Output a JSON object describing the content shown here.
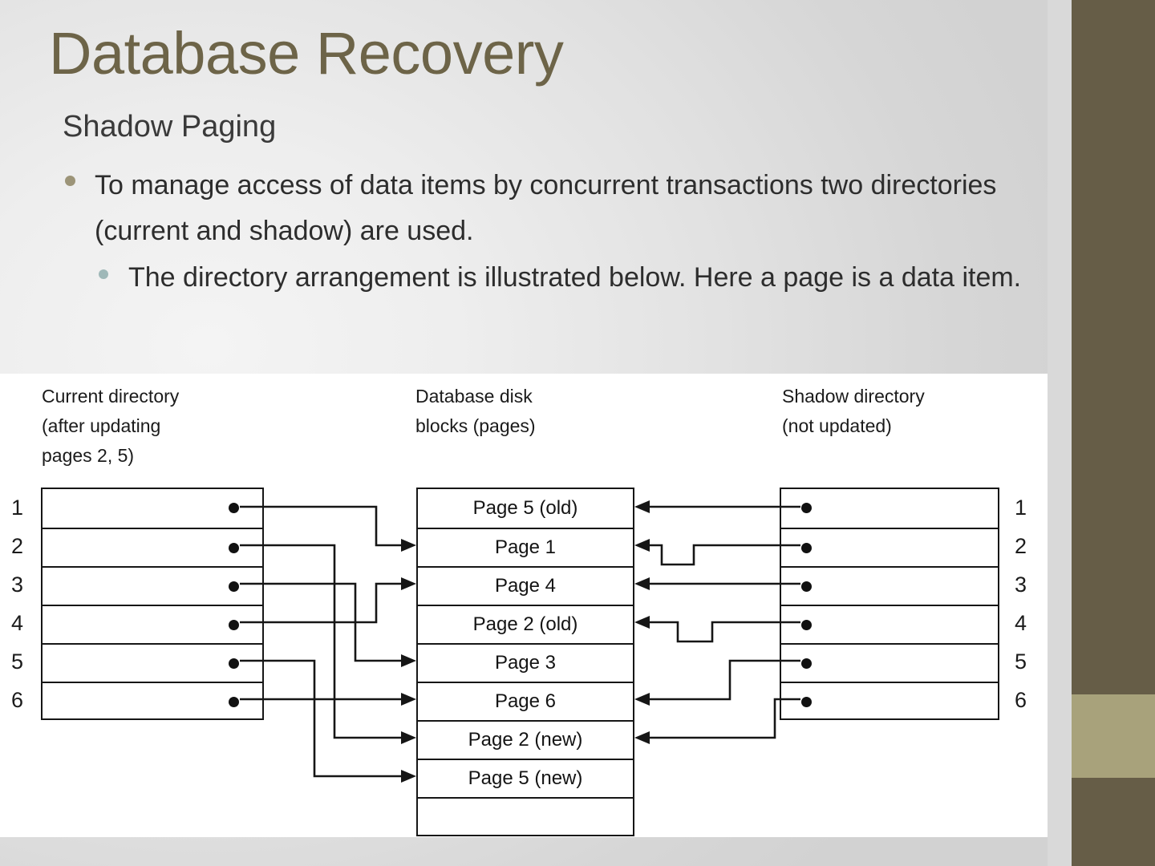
{
  "slide": {
    "title": "Database Recovery",
    "subtitle": "Shadow Paging",
    "bullets": [
      {
        "level": 1,
        "text": "To manage access of data items by concurrent transactions two directories (current and shadow) are used."
      },
      {
        "level": 2,
        "text": "The directory arrangement is illustrated below.  Here a page is a data item."
      }
    ]
  },
  "theme": {
    "title_color": "#6d6448",
    "body_color": "#2d2d2d",
    "sidebar_dark": "#665d47",
    "sidebar_light": "#a8a27b",
    "panel_bg": "#ffffff",
    "line_color": "#161616",
    "bullet1_marker": "#9c9478",
    "bullet2_marker": "#9fb8b8"
  },
  "diagram": {
    "labels": {
      "current_directory": "Current directory\n(after updating\npages 2, 5)",
      "disk_blocks": "Database disk\nblocks (pages)",
      "shadow_directory": "Shadow directory\n(not updated)"
    },
    "current_directory": {
      "title": "Current directory (after updating pages 2, 5)",
      "entries": [
        {
          "index": "1",
          "points_to": "Page 1"
        },
        {
          "index": "2",
          "points_to": "Page 2 (new)"
        },
        {
          "index": "3",
          "points_to": "Page 3"
        },
        {
          "index": "4",
          "points_to": "Page 4"
        },
        {
          "index": "5",
          "points_to": "Page 5 (new)"
        },
        {
          "index": "6",
          "points_to": "Page 6"
        }
      ]
    },
    "shadow_directory": {
      "title": "Shadow directory (not updated)",
      "entries": [
        {
          "index": "1",
          "points_to": "Page 1"
        },
        {
          "index": "2",
          "points_to": "Page 2 (old)"
        },
        {
          "index": "3",
          "points_to": "Page 3"
        },
        {
          "index": "4",
          "points_to": "Page 4"
        },
        {
          "index": "5",
          "points_to": "Page 5 (old)"
        },
        {
          "index": "6",
          "points_to": "Page 6"
        }
      ]
    },
    "disk_blocks": {
      "title": "Database disk blocks (pages)",
      "rows": [
        {
          "slot": 1,
          "label": "Page 5 (old)"
        },
        {
          "slot": 2,
          "label": "Page 1"
        },
        {
          "slot": 3,
          "label": "Page 4"
        },
        {
          "slot": 4,
          "label": "Page 2 (old)"
        },
        {
          "slot": 5,
          "label": "Page 3"
        },
        {
          "slot": 6,
          "label": "Page 6"
        },
        {
          "slot": 7,
          "label": "Page 2 (new)"
        },
        {
          "slot": 8,
          "label": "Page 5 (new)"
        },
        {
          "slot": 9,
          "label": ""
        }
      ]
    }
  }
}
